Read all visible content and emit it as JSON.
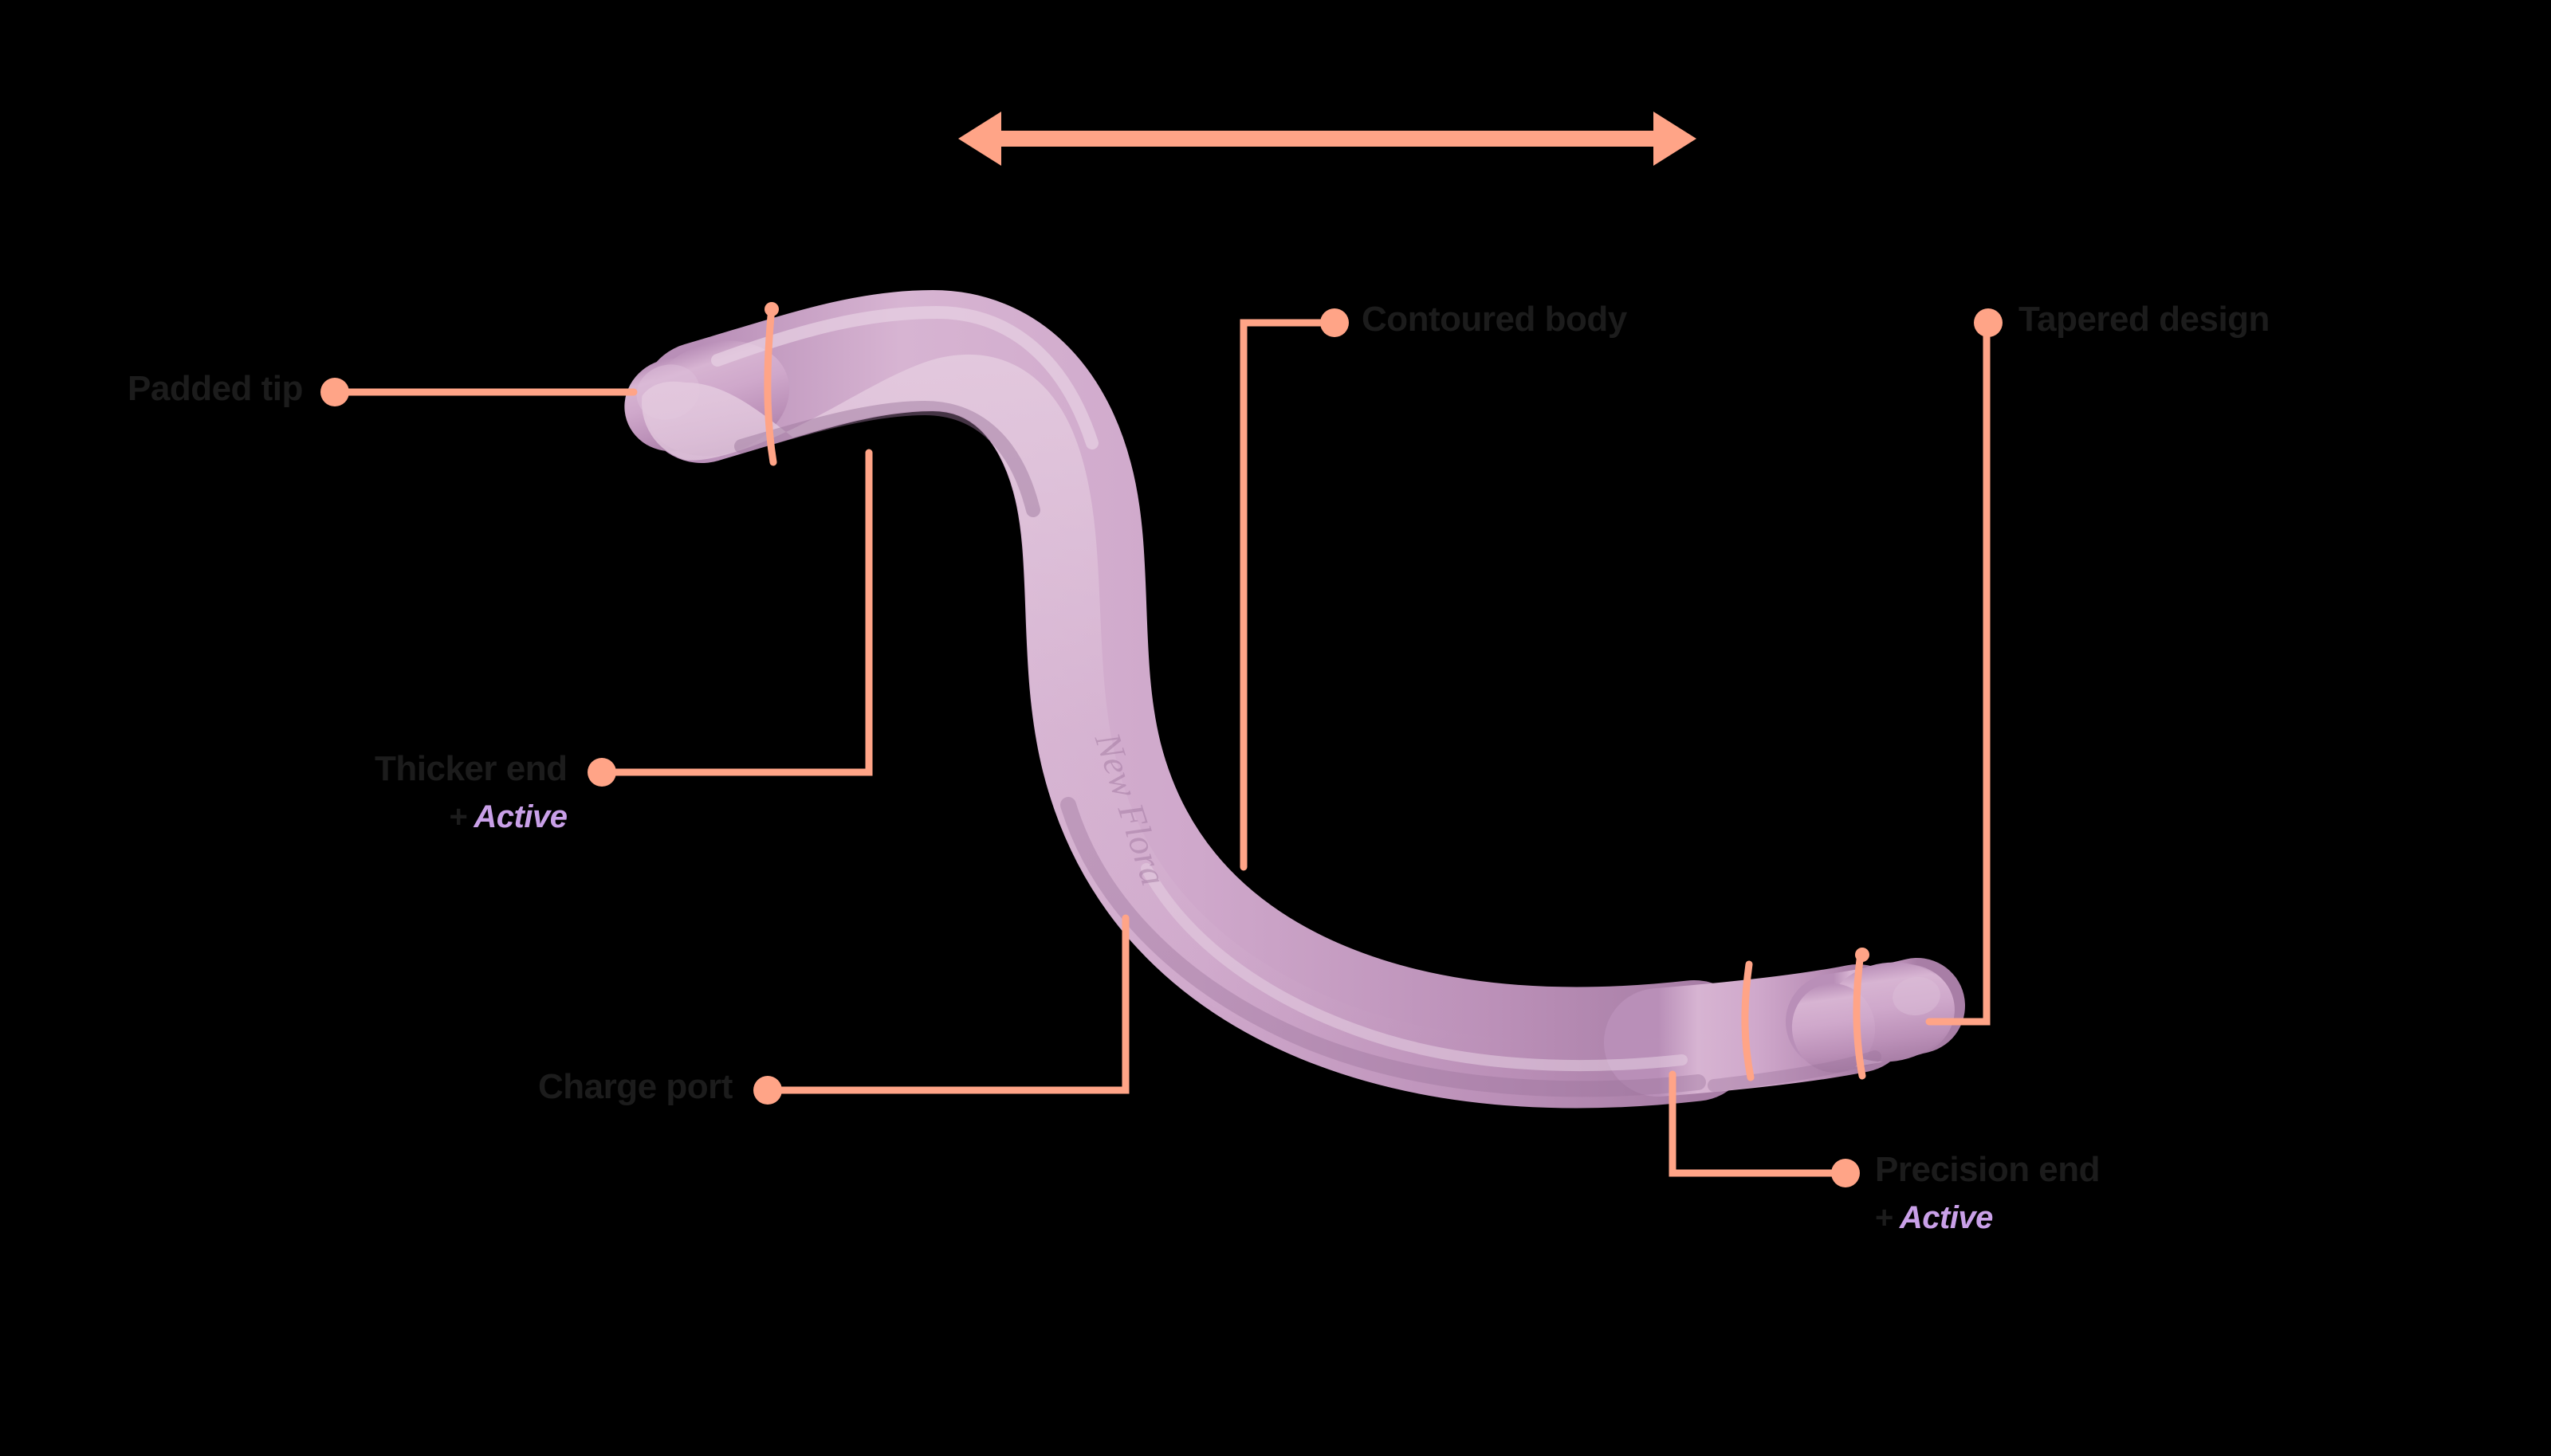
{
  "background_color": "#000000",
  "accent_color": "#ffa487",
  "label_text_color": "#1c1c1c",
  "active_text_color": "#c9a0e8",
  "product": {
    "name": "new-flora-wand",
    "body_color": "#c49bc2",
    "body_color_light": "#d4b0cf",
    "body_color_shadow": "#a87fa8",
    "engraved_logo": "New Flora"
  },
  "dimension_arrow": {
    "name": "length-dimension-arrow",
    "label": ""
  },
  "callouts": [
    {
      "id": "padded-tip",
      "label": "Padded tip",
      "sub_plus": "",
      "sub_active": "",
      "side": "left"
    },
    {
      "id": "thicker-end",
      "label": "Thicker end",
      "sub_plus": "+",
      "sub_active": "Active",
      "side": "left"
    },
    {
      "id": "charge-port",
      "label": "Charge port",
      "sub_plus": "",
      "sub_active": "",
      "side": "left"
    },
    {
      "id": "contoured-body",
      "label": "Contoured body",
      "sub_plus": "",
      "sub_active": "",
      "side": "right"
    },
    {
      "id": "tapered-design",
      "label": "Tapered design",
      "sub_plus": "",
      "sub_active": "",
      "side": "right"
    },
    {
      "id": "precision-end",
      "label": "Precision end",
      "sub_plus": "+",
      "sub_active": "Active",
      "side": "right"
    }
  ]
}
